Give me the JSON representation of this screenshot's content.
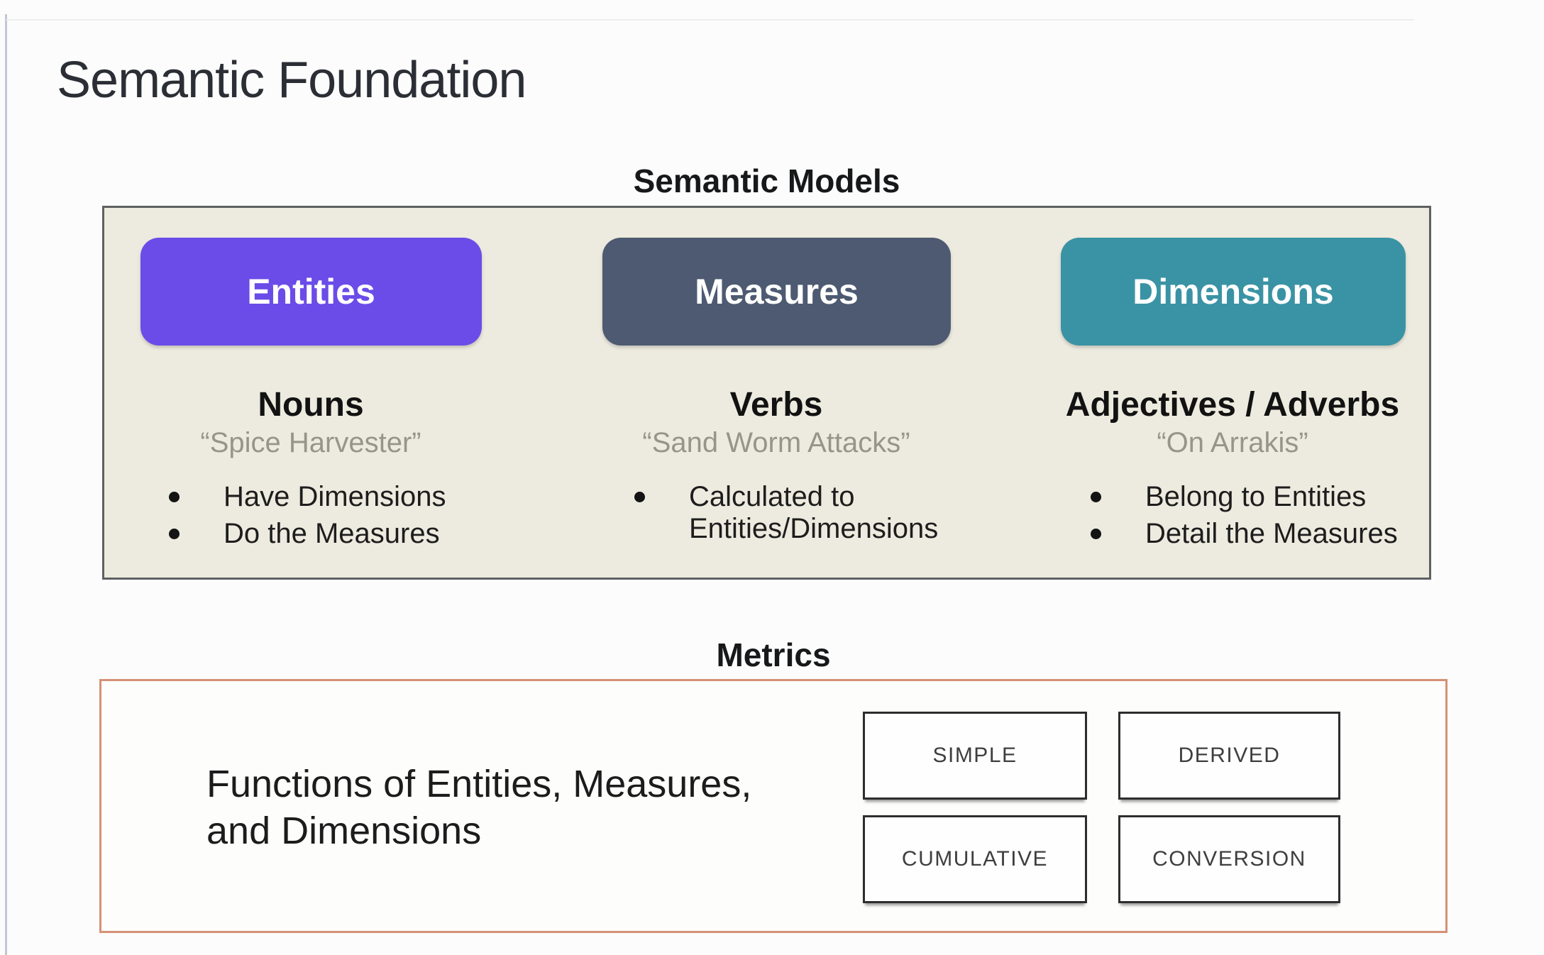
{
  "slide": {
    "title": "Semantic Foundation"
  },
  "semantic_models": {
    "heading": "Semantic Models",
    "panel_bg": "#edebdf",
    "panel_border": "#5f6062",
    "columns": [
      {
        "pill": "Entities",
        "pill_color": "#6b4ce8",
        "heading": "Nouns",
        "quote": "“Spice Harvester”",
        "bullets": [
          "Have Dimensions",
          "Do the Measures"
        ]
      },
      {
        "pill": "Measures",
        "pill_color": "#4d5a71",
        "heading": "Verbs",
        "quote": "“Sand Worm Attacks”",
        "bullets": [
          "Calculated to Entities/Dimensions"
        ]
      },
      {
        "pill": "Dimensions",
        "pill_color": "#3a93a4",
        "heading": "Adjectives / Adverbs",
        "quote": "“On Arrakis”",
        "bullets": [
          "Belong to Entities",
          "Detail the Measures"
        ]
      }
    ]
  },
  "metrics": {
    "heading": "Metrics",
    "panel_border": "#d69177",
    "description_lines": [
      "Functions of Entities, Measures,",
      "and Dimensions"
    ],
    "types": [
      "SIMPLE",
      "DERIVED",
      "CUMULATIVE",
      "CONVERSION"
    ]
  }
}
